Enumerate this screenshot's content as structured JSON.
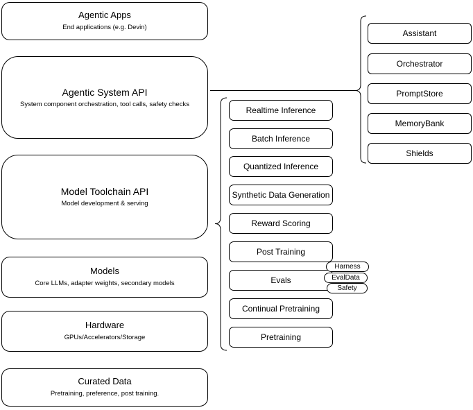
{
  "diagram": {
    "left_stack": [
      {
        "title": "Agentic Apps",
        "subtitle": "End applications (e.g. Devin)"
      },
      {
        "title": "Agentic System API",
        "subtitle": "System component orchestration, tool calls, safety checks"
      },
      {
        "title": "Model Toolchain API",
        "subtitle": "Model development & serving"
      },
      {
        "title": "Models",
        "subtitle": "Core LLMs, adapter weights, secondary models"
      },
      {
        "title": "Hardware",
        "subtitle": "GPUs/Accelerators/Storage"
      },
      {
        "title": "Curated Data",
        "subtitle": "Pretraining, preference, post training."
      }
    ],
    "toolchain_components": [
      "Realtime Inference",
      "Batch Inference",
      "Quantized Inference",
      "Synthetic Data Generation",
      "Reward Scoring",
      "Post Training",
      "Evals",
      "Continual Pretraining",
      "Pretraining"
    ],
    "eval_tags": [
      "Harness",
      "EvalData",
      "Safety"
    ],
    "system_components": [
      "Assistant",
      "Orchestrator",
      "PromptStore",
      "MemoryBank",
      "Shields"
    ],
    "colors": {
      "stroke": "#000000",
      "background": "#ffffff"
    }
  }
}
